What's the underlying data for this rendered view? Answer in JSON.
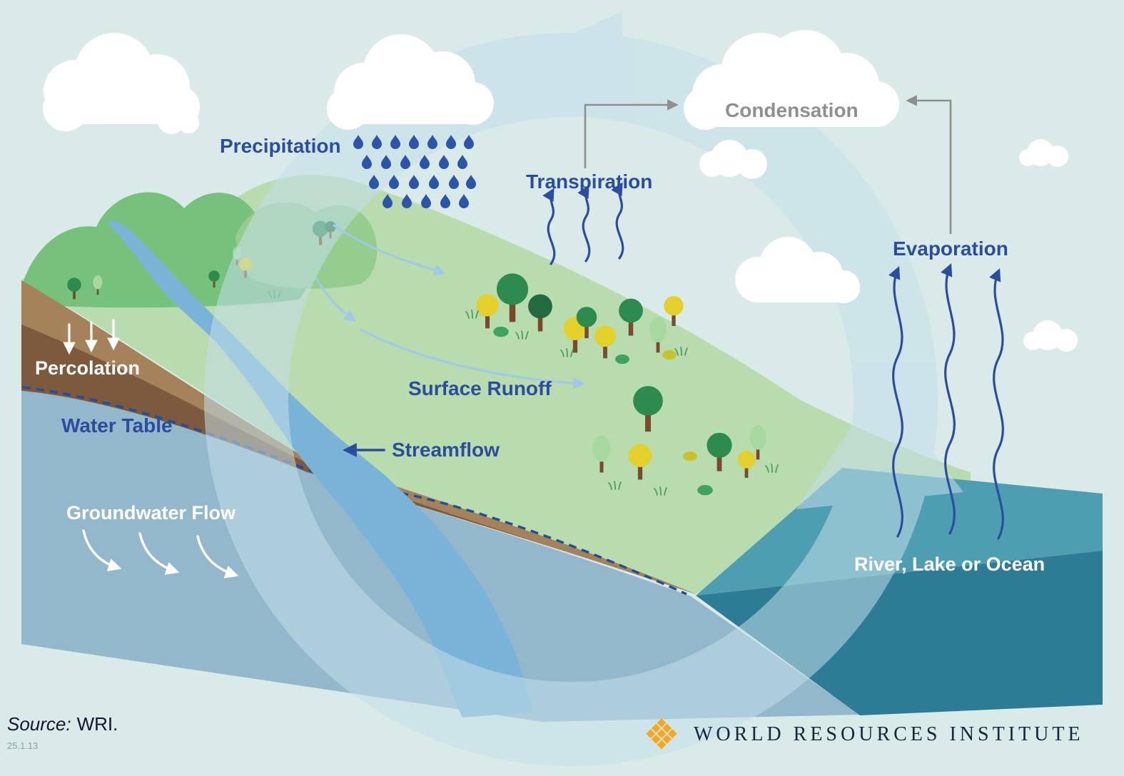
{
  "labels": {
    "precipitation": "Precipitation",
    "condensation": "Condensation",
    "transpiration": "Transpiration",
    "evaporation": "Evaporation",
    "percolation": "Percolation",
    "water_table": "Water Table",
    "groundwater_flow": "Groundwater Flow",
    "surface_runoff": "Surface Runoff",
    "streamflow": "Streamflow",
    "river_lake_ocean": "River, Lake or Ocean"
  },
  "footer": {
    "source_prefix": "Source:",
    "source_value": "WRI.",
    "figure_number": "25.1.13",
    "org_name": "WORLD RESOURCES INSTITUTE"
  },
  "colors": {
    "background": "#d9eae9",
    "label_blue": "#2b4d9e",
    "label_gray": "#8f8f8f",
    "label_white": "#ffffff",
    "land_green": "#b9dcae",
    "hill_green": "#76c17c",
    "soil_brown_light": "#a5825a",
    "soil_brown_dark": "#7d5a3d",
    "groundwater_blue": "#93b8cc",
    "river_blue": "#79b3d8",
    "ocean_top": "#4e9eb1",
    "ocean_front": "#2c7c96",
    "rain_blue": "#2b55a8",
    "cycle_ring": "#c3dfe9",
    "logo_orange": "#f5a81c"
  }
}
